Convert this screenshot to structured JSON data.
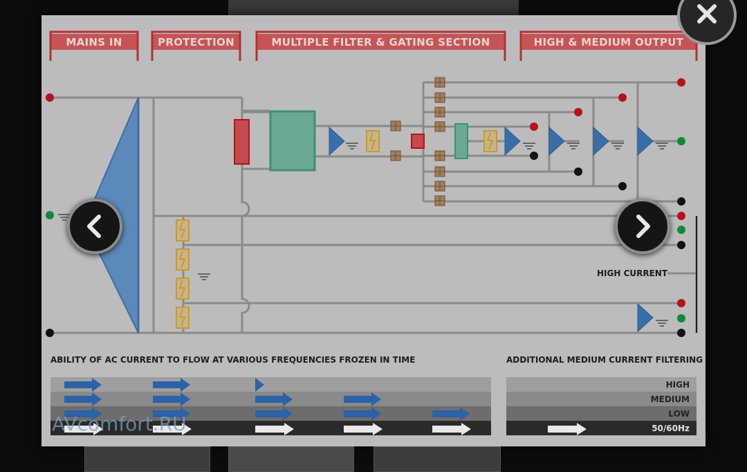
{
  "headers": [
    {
      "label": "MAINS IN"
    },
    {
      "label": "PROTECTION"
    },
    {
      "label": "MULTIPLE FILTER & GATING SECTION"
    },
    {
      "label": "HIGH & MEDIUM OUTPUT"
    }
  ],
  "labels": {
    "high_current": "HIGH CURRENT",
    "left_caption": "ABILITY OF AC CURRENT TO FLOW AT VARIOUS FREQUENCIES FROZEN IN TIME",
    "right_caption": "ADDITIONAL MEDIUM CURRENT FILTERING"
  },
  "legend": {
    "high": "HIGH",
    "medium": "MEDIUM",
    "low": "LOW",
    "mains": "50/60Hz"
  },
  "watermark": "AVcomfort.RU",
  "nav": {
    "prev_icon": "chevron-left-icon",
    "next_icon": "chevron-right-icon",
    "close_icon": "close-icon"
  },
  "colors": {
    "panel": "#bcbcbc",
    "line": "#8a8a8a",
    "header_bg": "#c65456",
    "header_border": "#b52f33",
    "blue": "#3a6ea9",
    "teal": "#5b9c8a",
    "red_terminal": "#b5121b",
    "green_terminal": "#0f8a3a"
  }
}
